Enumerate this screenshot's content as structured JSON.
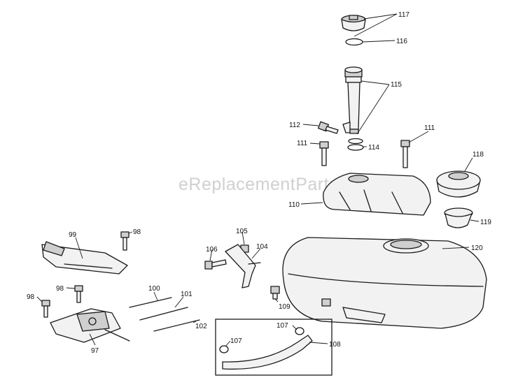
{
  "watermark": "eReplacementParts.com",
  "callouts": {
    "c117": "117",
    "c116": "116",
    "c115": "115",
    "c114": "114",
    "c112": "112",
    "c111a": "111",
    "c111b": "111",
    "c118": "118",
    "c119": "119",
    "c110": "110",
    "c120": "120",
    "c99": "99",
    "c98a": "98",
    "c98b": "98",
    "c98c": "98",
    "c97": "97",
    "c100": "100",
    "c101": "101",
    "c102": "102",
    "c105": "105",
    "c104": "104",
    "c106": "106",
    "c109": "109",
    "c107a": "107",
    "c107b": "107",
    "c108": "108"
  }
}
